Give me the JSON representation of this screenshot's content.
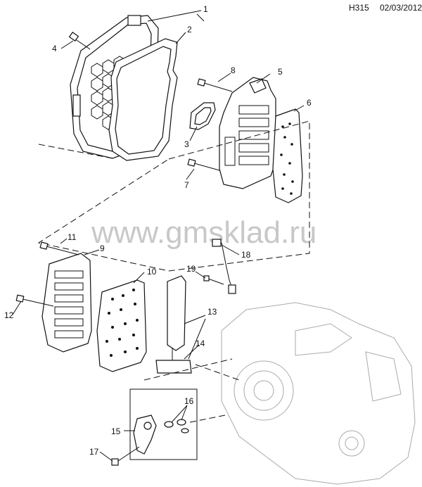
{
  "header": {
    "diagram_code": "H315",
    "date": "02/03/2012"
  },
  "watermark": "www.gmsklad.ru",
  "callouts": {
    "c1": "1",
    "c2": "2",
    "c3": "3",
    "c4": "4",
    "c5": "5",
    "c6": "6",
    "c7": "7",
    "c8": "8",
    "c9": "9",
    "c10": "10",
    "c11": "11",
    "c12": "12",
    "c13": "13",
    "c14": "14",
    "c15": "15",
    "c16": "16",
    "c17": "17",
    "c18": "18",
    "c19": "19"
  }
}
